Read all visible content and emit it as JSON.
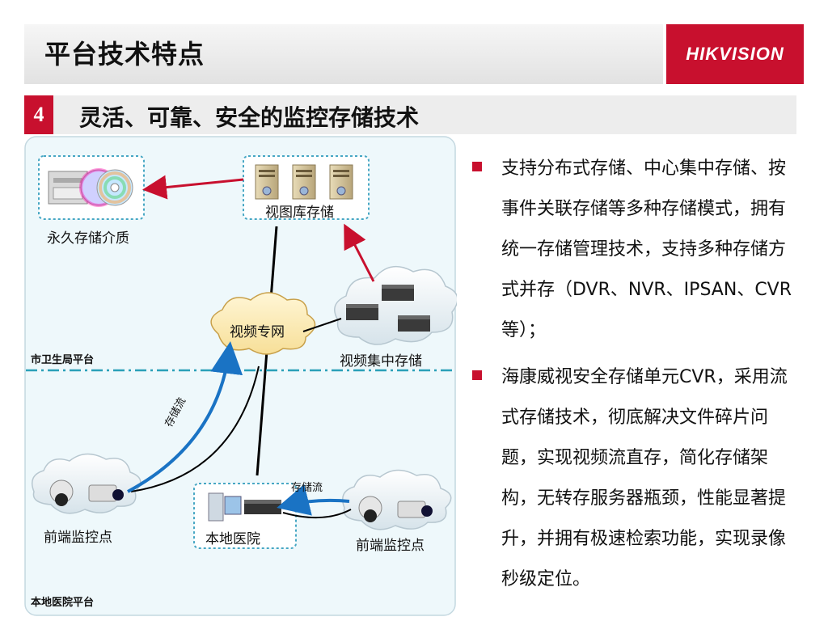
{
  "header": {
    "title": "平台技术特点",
    "logo_text": "HIKVISION"
  },
  "section": {
    "number": "4",
    "title": "灵活、可靠、安全的监控存储技术"
  },
  "diagram": {
    "labels": {
      "permanent_storage": "永久存储介质",
      "image_library_storage": "视图库存储",
      "video_private_network": "视频专网",
      "video_central_storage": "视频集中存储",
      "city_health_platform": "市卫生局平台",
      "stream_storage_left": "存储流",
      "stream_storage_right": "存储流",
      "front_end_left": "前端监控点",
      "local_hospital": "本地医院",
      "front_end_right": "前端监控点",
      "local_hospital_platform": "本地医院平台"
    },
    "colors": {
      "accent_red": "#c8102e",
      "arrow_blue": "#1a73c4",
      "dash_line": "#2aa0b8",
      "panel_bg": "#eef8fb"
    }
  },
  "bullets": [
    "支持分布式存储、中心集中存储、按事件关联存储等多种存储模式，拥有统一存储管理技术，支持多种存储方式并存（DVR、NVR、IPSAN、CVR等）；",
    "海康威视安全存储单元CVR，采用流式存储技术，彻底解决文件碎片问题，实现视频流直存，简化存储架构，无转存服务器瓶颈，性能显著提升，并拥有极速检索功能，实现录像秒级定位。"
  ]
}
